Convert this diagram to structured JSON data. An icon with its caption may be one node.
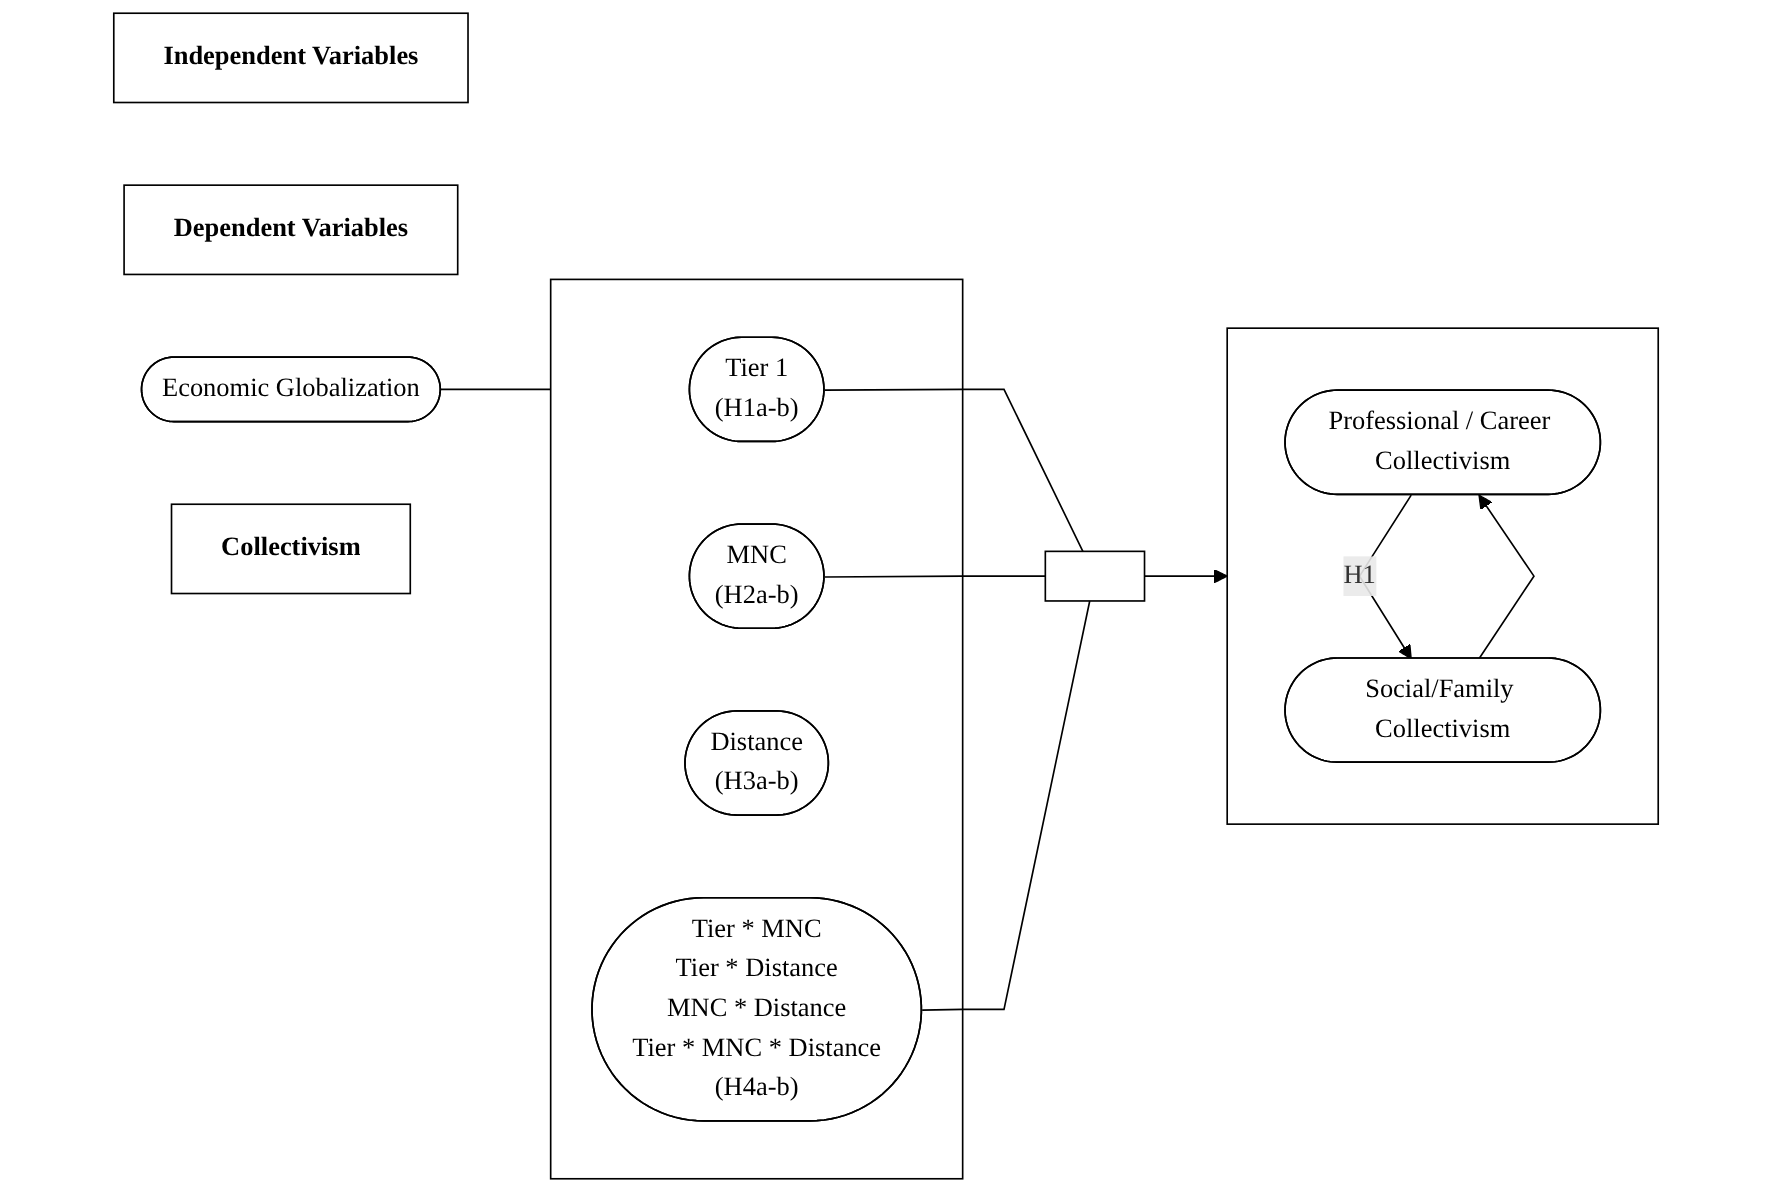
{
  "diagram": {
    "nodes": [
      {
        "text": [
          "Independent Variables"
        ]
      },
      {
        "text": [
          "Dependent Variables"
        ]
      },
      {
        "text": [
          "Economic Globalization"
        ]
      },
      {
        "text": [],
        "shape": "box"
      },
      {
        "text": [
          "Tier 1",
          "(H1a-b)"
        ],
        "in": 3
      },
      {
        "text": [
          "MNC",
          "(H2a-b)"
        ],
        "in": 3
      },
      {
        "text": [
          "Distance",
          "(H3a-b)"
        ],
        "in": 3
      },
      {
        "text": [
          "Tier * MNC",
          "Tier * Distance",
          "MNC * Distance",
          "Tier * MNC * Distance",
          "(H4a-b)"
        ],
        "in": 3
      },
      {
        "text": [],
        "shape": "box"
      },
      {
        "text": [],
        "shape": "box"
      },
      {
        "text": [
          "Professional / Career Collectivism"
        ],
        "in": 9
      },
      {
        "text": [
          "Social/Family Collectivism"
        ],
        "in": 9
      },
      {
        "text": [
          "Collectivism"
        ]
      }
    ],
    "edges": [
      {
        "from": 2,
        "to": 3,
        "arrow": "none"
      },
      {
        "from": 4,
        "to": 8,
        "arrow": "none"
      },
      {
        "from": 5,
        "to": 8,
        "arrow": "none"
      },
      {
        "from": 7,
        "to": 8,
        "arrow": "none"
      },
      {
        "from": 8,
        "to": 9,
        "arrow": "to"
      },
      {
        "from": 10,
        "to": 11,
        "arrow": "to",
        "label": "H1"
      },
      {
        "from": 11,
        "to": 10,
        "arrow": "to"
      }
    ]
  }
}
